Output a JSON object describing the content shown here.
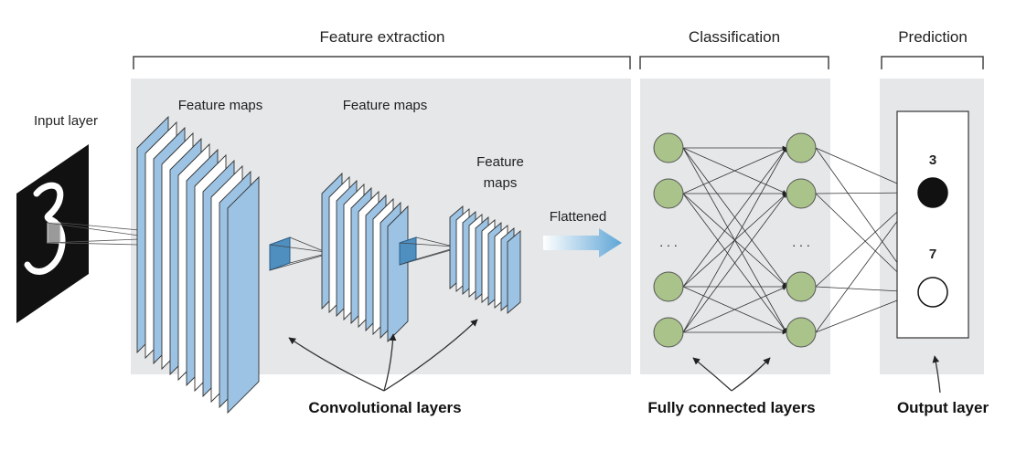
{
  "sections": {
    "feature_extraction": "Feature extraction",
    "classification": "Classification",
    "prediction": "Prediction"
  },
  "labels": {
    "input_layer": "Input layer",
    "feature_maps_1": "Feature maps",
    "feature_maps_2": "Feature maps",
    "feature_maps_3_line1": "Feature",
    "feature_maps_3_line2": "maps",
    "flattened": "Flattened",
    "ellipsis_left": ". . .",
    "ellipsis_right": ". . ."
  },
  "input_digit": "3",
  "outputs": [
    {
      "label": "3",
      "state": "active"
    },
    {
      "label": "7",
      "state": "inactive"
    }
  ],
  "captions": {
    "conv": "Convolutional layers",
    "fc": "Fully connected layers",
    "output": "Output layer"
  },
  "colors": {
    "panel": "#e5e7e9",
    "map_blue": "#9cc3e4",
    "node_green": "#a9c38a",
    "arrow_blue": "#5ea5d6"
  }
}
